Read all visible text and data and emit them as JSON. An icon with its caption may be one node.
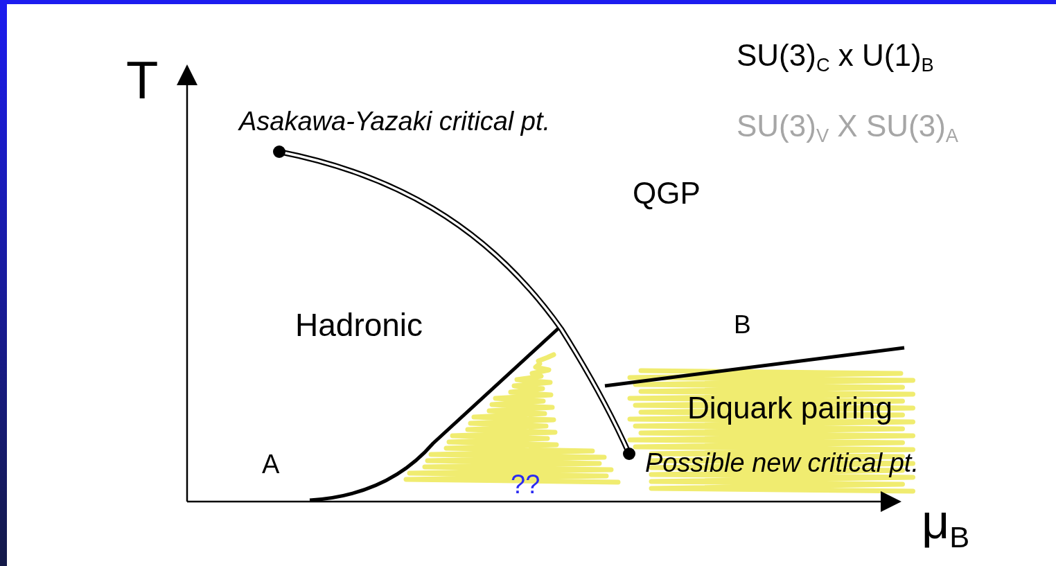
{
  "diagram": {
    "labels": [
      "T",
      "SU(3)$_{C}$ x U(1)$_{B}$",
      "Asakawa-Yazaki critical pt.",
      "SU(3)$_{V}$ X SU(3)$_{A}$",
      "QGP",
      "Hadronic",
      "B",
      "Diquark pairing",
      "A",
      "Possible new critical pt.",
      "??",
      "μ$_{B}$"
    ]
  }
}
